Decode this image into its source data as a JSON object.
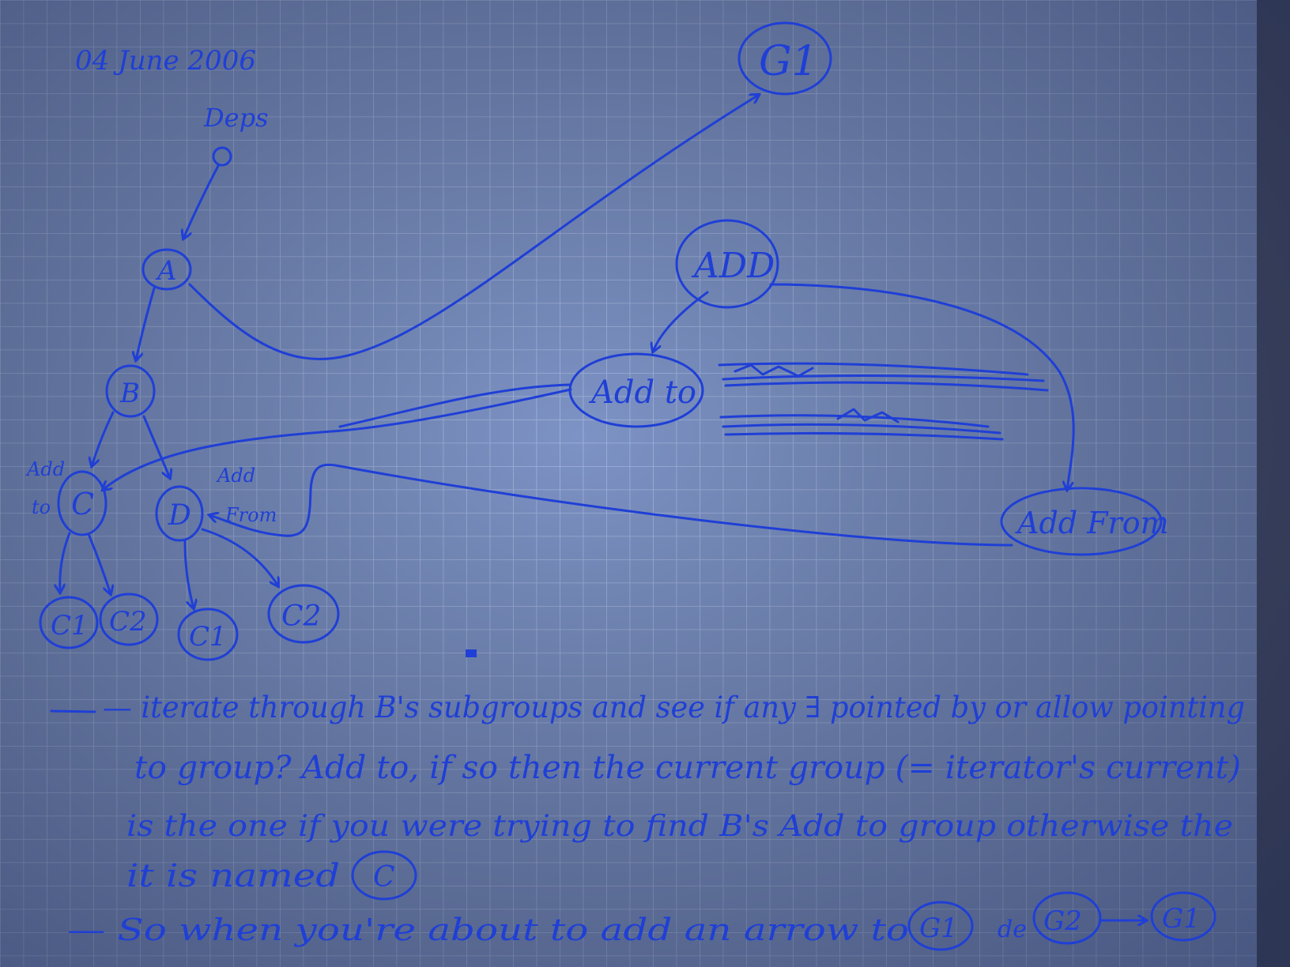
{
  "header": {
    "date": "04 June 2006"
  },
  "diagram": {
    "tree_label": "Deps",
    "nodes": {
      "A": "A",
      "B": "B",
      "C": "C",
      "D": "D",
      "C1a": "C1",
      "C2a": "C2",
      "C1b": "C1",
      "C2b": "C2",
      "G1": "G1",
      "ADD": "ADD",
      "AddTo": "Add to",
      "AddFrom": "Add From"
    },
    "side_labels": {
      "add_to_1": "Add",
      "add_to_2": "to",
      "add_from_1": "Add",
      "add_from_2": "From"
    },
    "struck_note": {
      "line1": "",
      "line2": ""
    }
  },
  "notes": {
    "n1_line1": "— iterate through B's subgroups and see if any ∃ pointed by or allow pointing",
    "n1_line2": "to group? Add to, if so then the current group (= iterator's current)",
    "n1_line3": "is the one if you were trying to find B's Add to group otherwise the",
    "n1_line4": "it is named",
    "n1_circle": "C",
    "n2_text": "— So when you're about to add an arrow to",
    "n2_g1": "G1",
    "n2_de": "de",
    "n2_g2": "G2",
    "n2_g1b": "G1"
  },
  "colors": {
    "paper": "#7f95c6",
    "grid": "#9fb2de",
    "ink": "#1f3fd6"
  }
}
